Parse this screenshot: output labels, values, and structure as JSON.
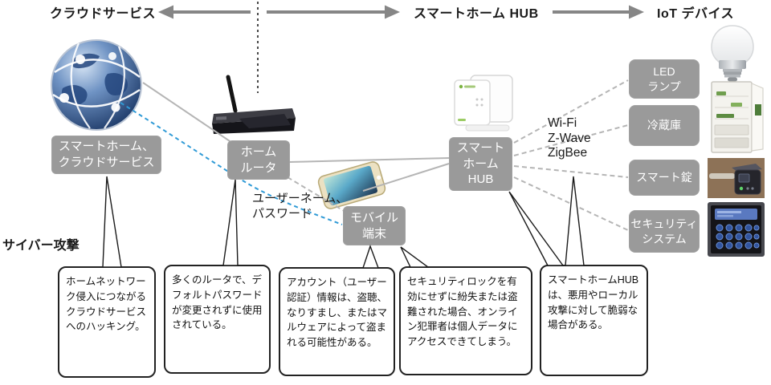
{
  "header": {
    "cloud_zone_label": "クラウドサービス",
    "hub_zone_label": "スマートホーム HUB",
    "iot_zone_label": "IoT デバイス"
  },
  "nodes": {
    "cloud": {
      "lines": [
        "スマートホーム、",
        "クラウドサービス"
      ]
    },
    "router": {
      "lines": [
        "ホーム",
        "ルータ"
      ]
    },
    "mobile": {
      "lines": [
        "モバイル",
        "端末"
      ]
    },
    "hub": {
      "lines": [
        "スマート",
        "ホーム",
        "HUB"
      ]
    }
  },
  "devices": [
    {
      "id": "led-lamp",
      "lines": [
        "LED",
        "ランプ"
      ]
    },
    {
      "id": "refrigerator",
      "lines": [
        "冷蔵庫",
        ""
      ]
    },
    {
      "id": "smart-lock",
      "lines": [
        "スマート錠",
        ""
      ]
    },
    {
      "id": "security-system",
      "lines": [
        "セキュリティ",
        "システム"
      ]
    }
  ],
  "annotations": {
    "cyber_attack": "サイバー攻撃",
    "credentials": {
      "lines": [
        "ユーザーネーム、",
        "パスワード"
      ]
    },
    "protocols": {
      "lines": [
        "Wi-Fi",
        "Z-Wave",
        "ZigBee"
      ]
    }
  },
  "callouts": [
    {
      "text": "ホームネットワーク侵入につながるクラウドサービスへのハッキング。"
    },
    {
      "text": "多くのルータで、デフォルトパスワードが変更されずに使用されている。"
    },
    {
      "text": "アカウント（ユーザー認証）情報は、盗聴、なりすまし、またはマルウェアによって盗まれる可能性がある。"
    },
    {
      "text": "セキュリティロックを有効にせずに紛失または盗難された場合、オンライン犯罪者は個人データにアクセスできてしまう。"
    },
    {
      "text": "スマートホームHUBは、悪用やローカル攻撃に対して脆弱な場合がある。"
    }
  ],
  "colors": {
    "label_gray": "#9a9a9a",
    "line_gray": "#b5b5b5",
    "dash_blue": "#2f9ad6",
    "arrow_gray": "#868686"
  }
}
